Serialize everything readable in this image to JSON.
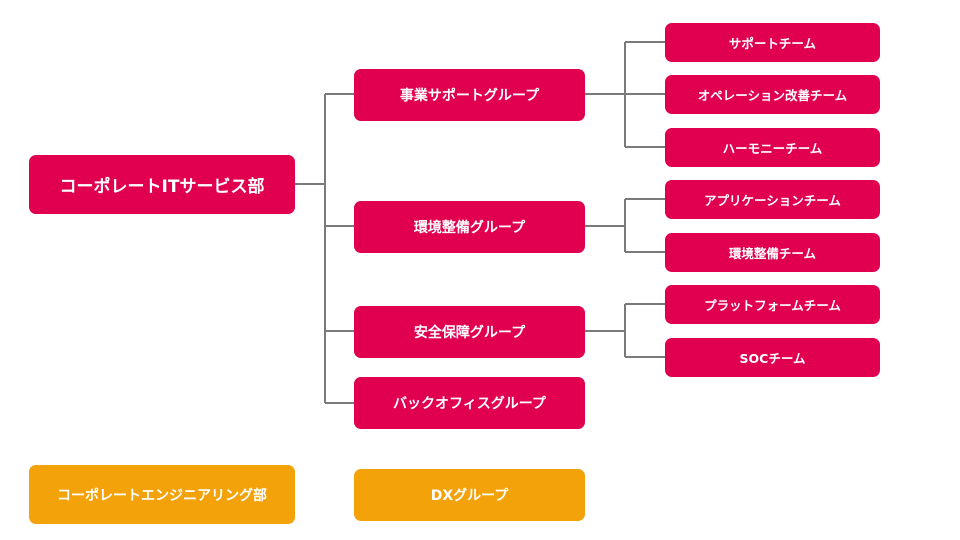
{
  "colors": {
    "primary": "#e0004f",
    "secondary": "#f4a20a",
    "connector": "#7a7a7a"
  },
  "org": {
    "department": "コーポレートITサービス部",
    "groups": {
      "business_support": {
        "name": "事業サポートグループ",
        "teams": [
          "サポートチーム",
          "オペレーション改善チーム",
          "ハーモニーチーム"
        ]
      },
      "environment": {
        "name": "環境整備グループ",
        "teams": [
          "アプリケーションチーム",
          "環境整備チーム"
        ]
      },
      "security": {
        "name": "安全保障グループ",
        "teams": [
          "プラットフォームチーム",
          "SOCチーム"
        ]
      },
      "back_office": {
        "name": "バックオフィスグループ"
      }
    }
  },
  "other": {
    "department": "コーポレートエンジニアリング部",
    "group": "DXグループ"
  }
}
